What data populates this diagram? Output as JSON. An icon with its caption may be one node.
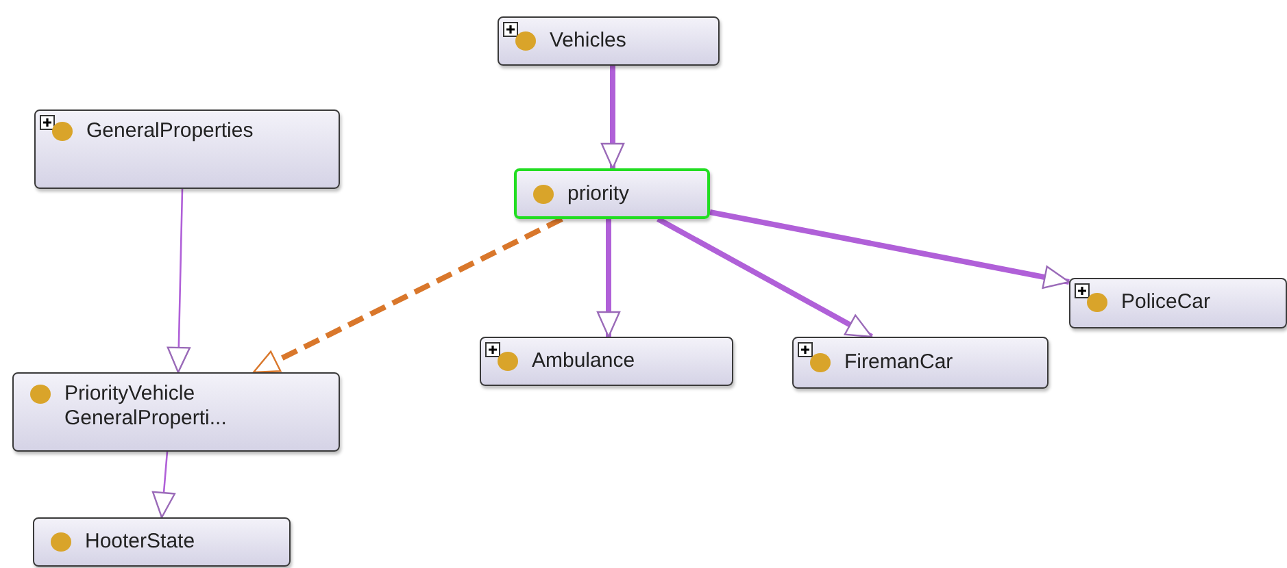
{
  "diagram": {
    "nodes": [
      {
        "text": [
          "Vehicles"
        ]
      },
      {
        "text": [
          "GeneralProperties"
        ]
      },
      {
        "text": [
          "priority"
        ]
      },
      {
        "text": [
          "PoliceCar"
        ]
      },
      {
        "text": [
          "Ambulance"
        ]
      },
      {
        "text": [
          "FiremanCar"
        ]
      },
      {
        "text": [
          "PriorityVehicle GeneralProperti..."
        ]
      },
      {
        "text": [
          "HooterState"
        ]
      }
    ],
    "edges": [
      {
        "from": 0,
        "to": 2,
        "arrow": "to"
      },
      {
        "from": 2,
        "to": 4,
        "arrow": "to"
      },
      {
        "from": 2,
        "to": 5,
        "arrow": "to"
      },
      {
        "from": 2,
        "to": 3,
        "arrow": "to"
      },
      {
        "from": 2,
        "to": 6,
        "arrow": "to",
        "style": "dashed",
        "color": "#d9772b"
      },
      {
        "from": 1,
        "to": 6,
        "arrow": "to"
      },
      {
        "from": 6,
        "to": 7,
        "arrow": "to"
      }
    ]
  }
}
